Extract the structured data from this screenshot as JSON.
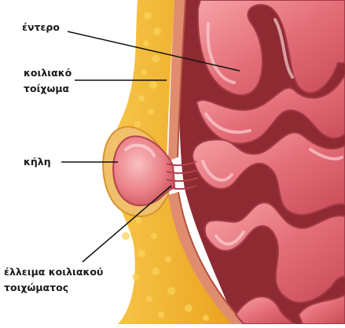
{
  "labels": {
    "intestine": "έντερο",
    "abdominal_wall_line1": "κοιλιακό",
    "abdominal_wall_line2": "τοίχωμα",
    "hernia": "κήλη",
    "defect_line1": "έλλειμα κοιλιακού",
    "defect_line2": "τοιχώματος"
  },
  "colors": {
    "fat": "#f2b52c",
    "fat_globule": "#f9d35a",
    "muscle": "#e08c6e",
    "intestine": "#e8727a",
    "intestine_highlight": "#f6b0b2",
    "cavity": "#8e2a32",
    "leader_line": "#111111"
  }
}
